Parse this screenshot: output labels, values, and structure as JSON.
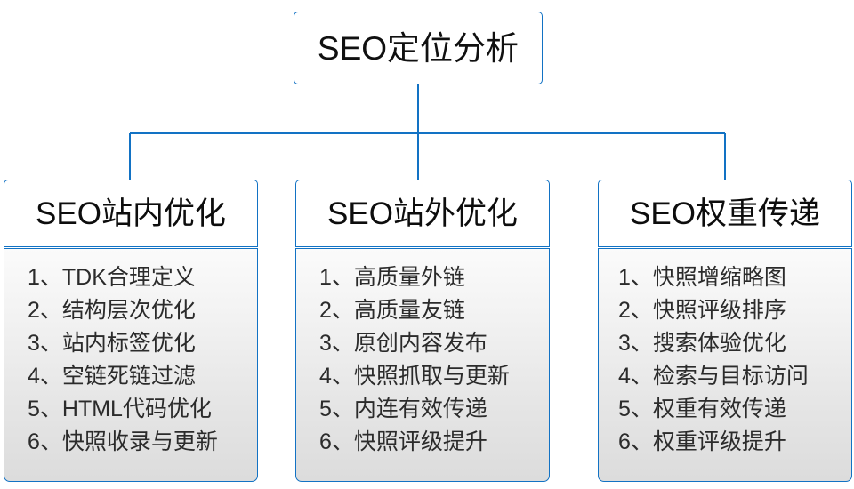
{
  "diagram": {
    "type": "org-tree",
    "accent_color": "#1272C4",
    "text_color": "#2B2B2B",
    "body_fill_top": "#FBFBFB",
    "body_fill_bottom": "#DCDCDC",
    "root": {
      "label": "SEO定位分析"
    },
    "branches": [
      {
        "id": "onsite",
        "header": "SEO站内优化",
        "items": [
          "1、TDK合理定义",
          "2、结构层次优化",
          "3、站内标签优化",
          "4、空链死链过滤",
          "5、HTML代码优化",
          "6、快照收录与更新"
        ]
      },
      {
        "id": "offsite",
        "header": "SEO站外优化",
        "items": [
          "1、高质量外链",
          "2、高质量友链",
          "3、原创内容发布",
          "4、快照抓取与更新",
          "5、内连有效传递",
          "6、快照评级提升"
        ]
      },
      {
        "id": "weight",
        "header": "SEO权重传递",
        "items": [
          "1、快照增缩略图",
          "2、快照评级排序",
          "3、搜索体验优化",
          "4、检索与目标访问",
          "5、权重有效传递",
          "6、权重评级提升"
        ]
      }
    ]
  }
}
